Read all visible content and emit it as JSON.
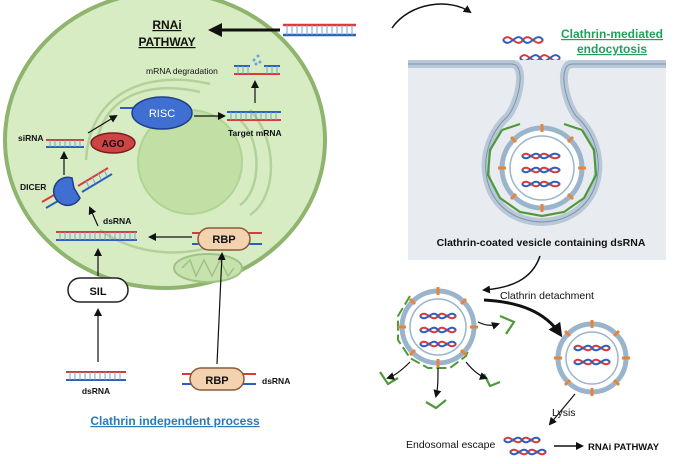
{
  "colors": {
    "cell_fill": "#d8ecc4",
    "cell_stroke": "#8fb46e",
    "nucleus": "#c2e0a6",
    "rna_red": "#d93a3a",
    "rna_blue": "#2d5fbf",
    "risc": "#3f6fd0",
    "ago": "#cc4444",
    "rbp": "#f3d2b0",
    "rbp_stroke": "#8a5a3a",
    "clathrin": "#4e9a3a",
    "spike": "#e8843a",
    "membrane": "#b8c8d8",
    "link_green": "#22a05a",
    "link_blue": "#2a7ab8"
  },
  "labels": {
    "rnai_pathway": [
      "RNAi",
      "PATHWAY"
    ],
    "mrna_degradation": "mRNA degradation",
    "risc": "RISC",
    "target_mrna": "Target mRNA",
    "sirna": "siRNA",
    "ago": "AGO",
    "dicer": "DICER",
    "dsrna_inner": "dsRNA",
    "rbp_inner": "RBP",
    "sil": "SIL",
    "dsrna_left": "dsRNA",
    "rbp_outer": "RBP",
    "dsrna_rbp": "dsRNA",
    "clathrin_independent": "Clathrin independent process",
    "clathrin_mediated": [
      "Clathrin-mediated",
      "endocytosis"
    ],
    "vesicle_caption": "Clathrin-coated vesicle containing dsRNA",
    "clathrin_detachment": "Clathrin detachment",
    "lysis": "Lysis",
    "endosomal_escape": "Endosomal escape",
    "rnai_pathway_final": "RNAi PATHWAY"
  }
}
